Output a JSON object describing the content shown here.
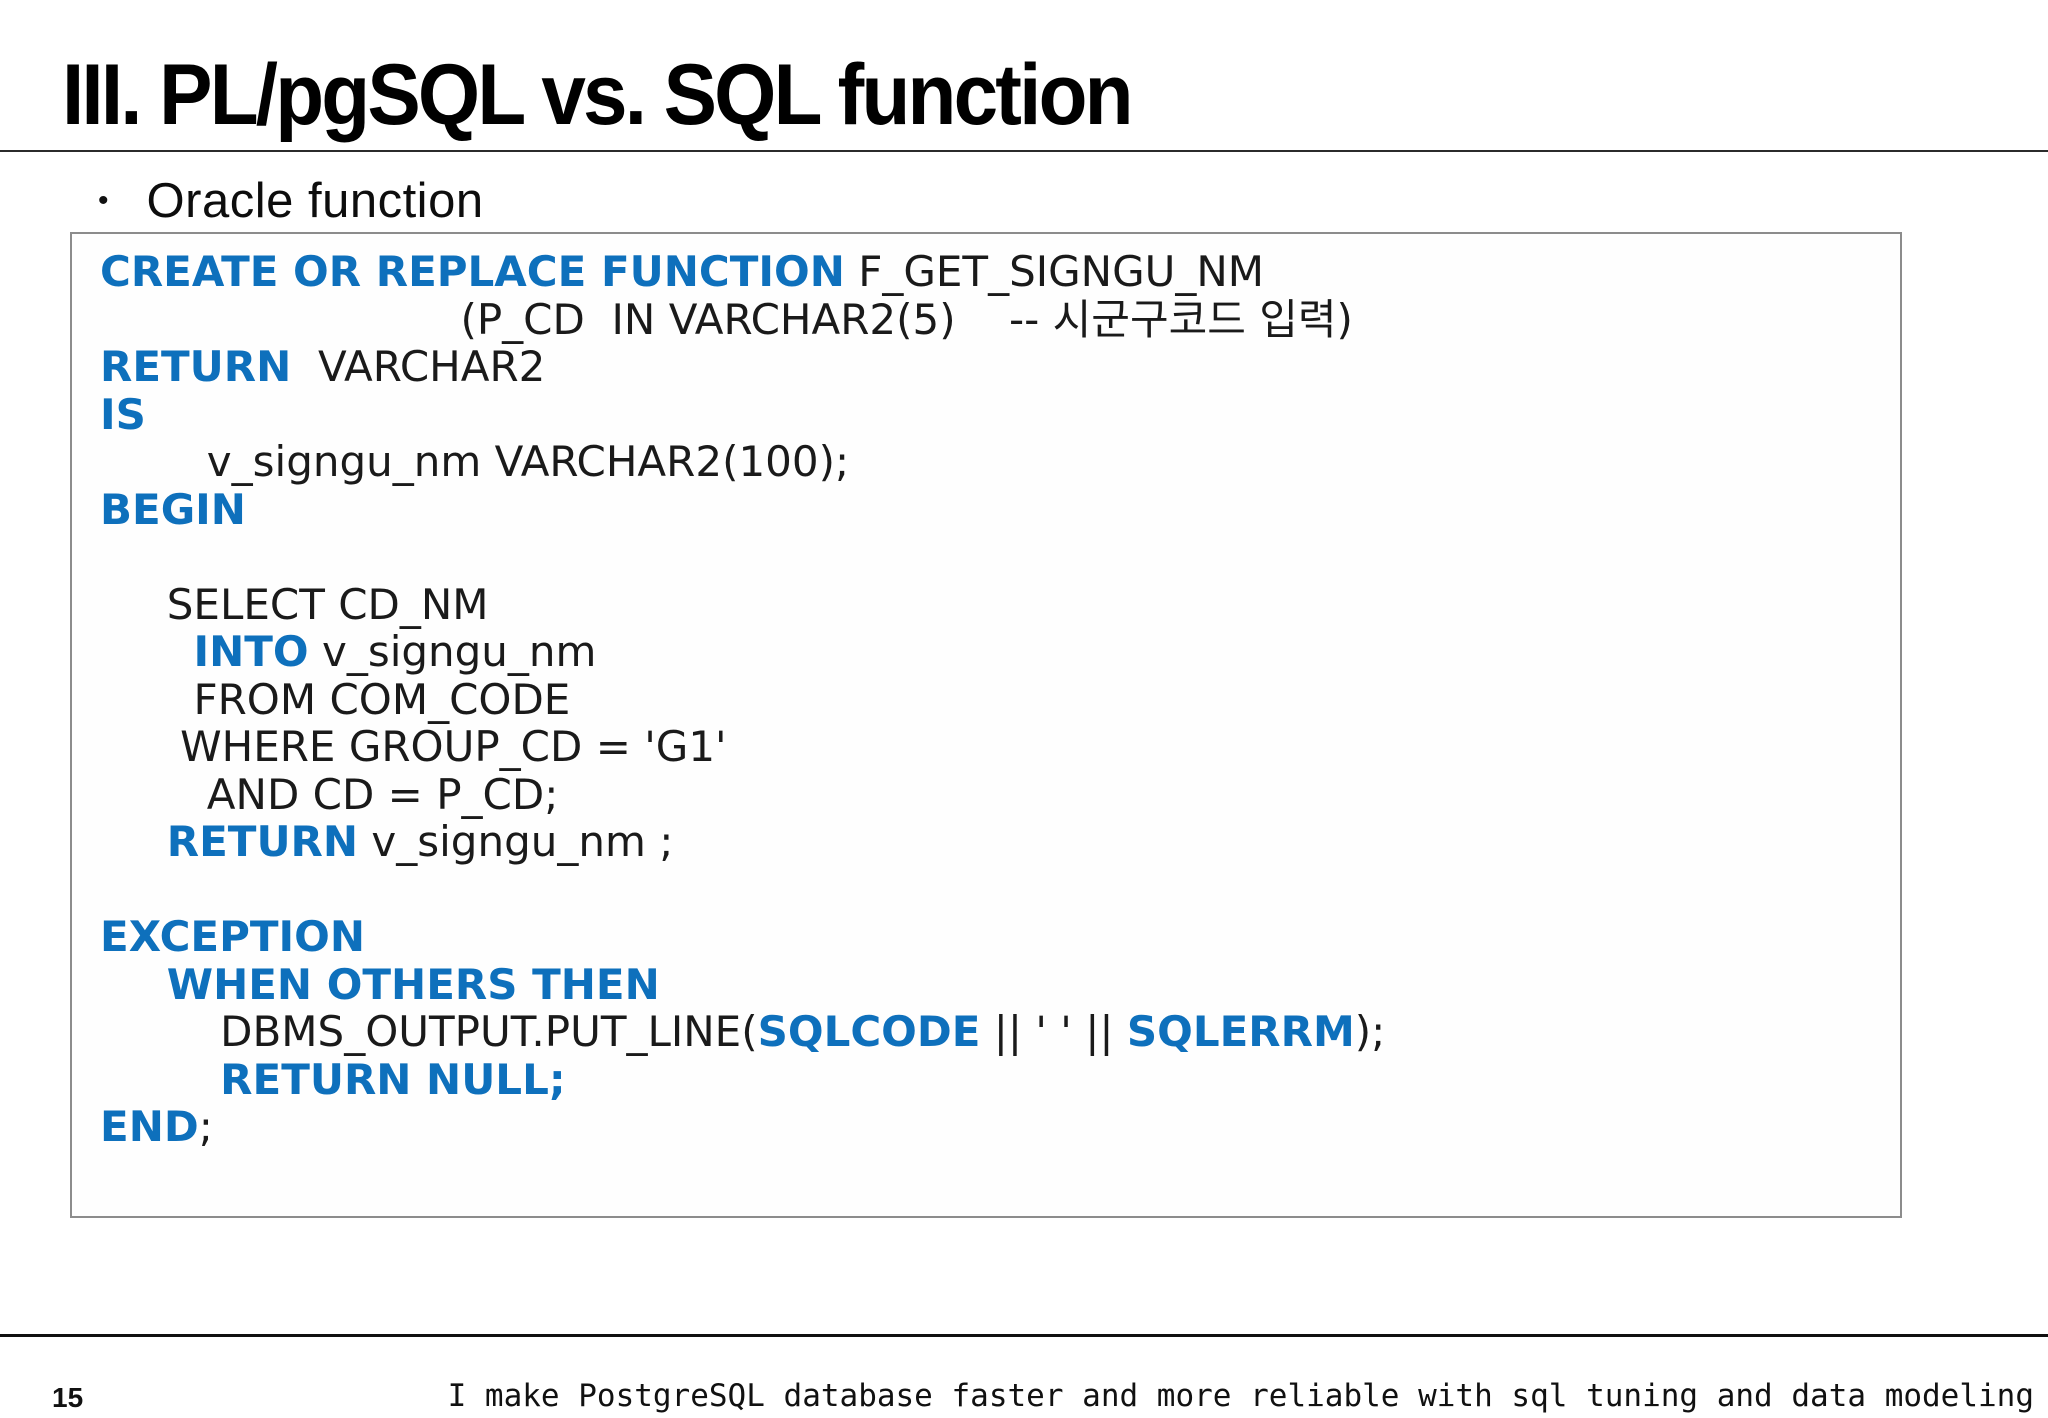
{
  "slide": {
    "title": "III. PL/pgSQL vs. SQL function",
    "bullet_glyph": "•",
    "bullet_text": "Oracle function"
  },
  "footer": {
    "page_number": "15",
    "tagline": "I make PostgreSQL database faster and more reliable with sql tuning and data modeling"
  },
  "colors": {
    "keyword": "#0e70bc",
    "code_text": "#1a1a1a",
    "box_border": "#8c8c8c",
    "background": "#ffffff",
    "title_text": "#000000"
  },
  "code_block": {
    "lines": [
      {
        "segments": [
          {
            "text": "CREATE OR REPLACE FUNCTION",
            "style": "keyword"
          },
          {
            "text": " F_GET_SIGNGU_NM",
            "style": "plain"
          }
        ]
      },
      {
        "segments": [
          {
            "text": "                           (P_CD  IN VARCHAR2(5)    -- 시군구코드 입력)",
            "style": "plain"
          }
        ]
      },
      {
        "segments": [
          {
            "text": "RETURN",
            "style": "keyword"
          },
          {
            "text": "  VARCHAR2",
            "style": "plain"
          }
        ]
      },
      {
        "segments": [
          {
            "text": "IS",
            "style": "keyword"
          }
        ]
      },
      {
        "segments": [
          {
            "text": "        v_signgu_nm VARCHAR2(100);",
            "style": "plain"
          }
        ]
      },
      {
        "segments": [
          {
            "text": "BEGIN",
            "style": "keyword"
          }
        ]
      },
      {
        "segments": []
      },
      {
        "segments": [
          {
            "text": "     SELECT CD_NM",
            "style": "plain"
          }
        ]
      },
      {
        "segments": [
          {
            "text": "       ",
            "style": "plain"
          },
          {
            "text": "INTO",
            "style": "keyword"
          },
          {
            "text": " v_signgu_nm",
            "style": "plain"
          }
        ]
      },
      {
        "segments": [
          {
            "text": "       FROM COM_CODE",
            "style": "plain"
          }
        ]
      },
      {
        "segments": [
          {
            "text": "      WHERE GROUP_CD = 'G1'",
            "style": "plain"
          }
        ]
      },
      {
        "segments": [
          {
            "text": "        AND CD = P_CD;",
            "style": "plain"
          }
        ]
      },
      {
        "segments": [
          {
            "text": "     ",
            "style": "plain"
          },
          {
            "text": "RETURN",
            "style": "keyword"
          },
          {
            "text": " v_signgu_nm ;",
            "style": "plain"
          }
        ]
      },
      {
        "segments": []
      },
      {
        "segments": [
          {
            "text": "EXCEPTION",
            "style": "keyword"
          }
        ]
      },
      {
        "segments": [
          {
            "text": "     ",
            "style": "plain"
          },
          {
            "text": "WHEN OTHERS THEN",
            "style": "keyword"
          }
        ]
      },
      {
        "segments": [
          {
            "text": "         DBMS_OUTPUT.PUT_LINE(",
            "style": "plain"
          },
          {
            "text": "SQLCODE",
            "style": "keyword"
          },
          {
            "text": " || ' ' || ",
            "style": "plain"
          },
          {
            "text": "SQLERRM",
            "style": "keyword"
          },
          {
            "text": ");",
            "style": "plain"
          }
        ]
      },
      {
        "segments": [
          {
            "text": "         ",
            "style": "plain"
          },
          {
            "text": "RETURN NULL;",
            "style": "keyword"
          }
        ]
      },
      {
        "segments": [
          {
            "text": "END",
            "style": "keyword"
          },
          {
            "text": ";",
            "style": "plain"
          }
        ]
      }
    ]
  }
}
